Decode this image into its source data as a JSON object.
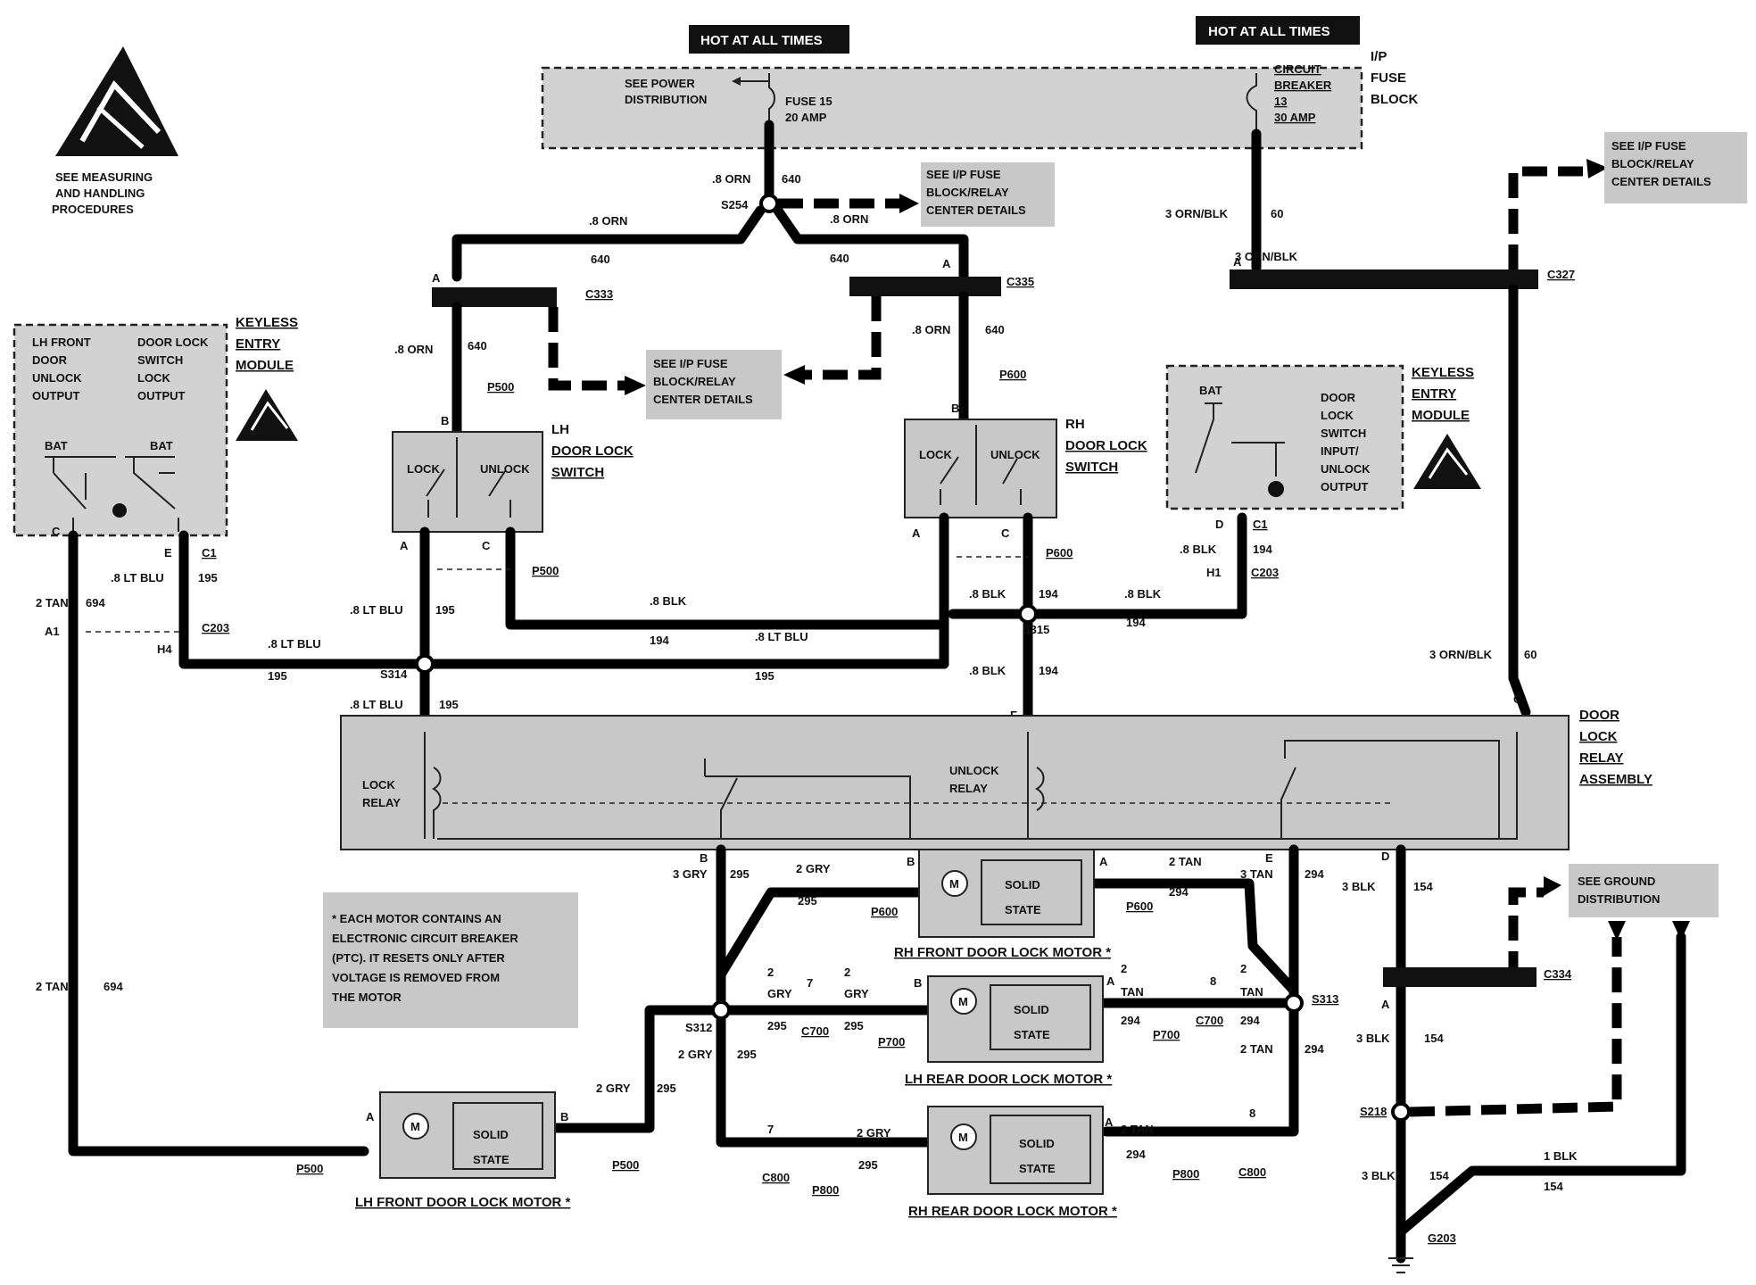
{
  "header": {
    "hot1": "HOT AT ALL TIMES",
    "hot2": "HOT AT ALL TIMES"
  },
  "esd": {
    "line1": "SEE MEASURING",
    "line2": "AND HANDLING",
    "line3": "PROCEDURES"
  },
  "fuse_block": {
    "see_power_1": "SEE POWER",
    "see_power_2": "DISTRIBUTION",
    "fuse_1": "FUSE 15",
    "fuse_2": "20 AMP",
    "cb_1": "CIRCUIT",
    "cb_2": "BREAKER",
    "cb_3": "13",
    "cb_4": "30 AMP",
    "title_1": "I/P",
    "title_2": "FUSE",
    "title_3": "BLOCK"
  },
  "see_details": {
    "a1": "SEE I/P FUSE",
    "a2": "BLOCK/RELAY",
    "a3": "CENTER DETAILS",
    "b1": "SEE I/P FUSE",
    "b2": "BLOCK/RELAY",
    "b3": "CENTER DETAILS",
    "c1": "SEE I/P FUSE",
    "c2": "BLOCK/RELAY",
    "c3": "CENTER DETAILS"
  },
  "wires": {
    "orn08": ".8 ORN",
    "c640": "640",
    "orn3blk": "3 ORN/BLK",
    "c60": "60",
    "ltblu": ".8 LT BLU",
    "c195": "195",
    "blk08": ".8 BLK",
    "c194": "194",
    "tan2": "2 TAN",
    "c694": "694",
    "gry2": "2 GRY",
    "gry3": "3 GRY",
    "c295": "295",
    "tan3": "3 TAN",
    "c294": "294",
    "blk3": "3 BLK",
    "c154": "154",
    "blk1": "1 BLK",
    "two": "2",
    "gry": "GRY",
    "tan": "TAN",
    "seven": "7",
    "eight": "8"
  },
  "connectors": {
    "s254": "S254",
    "c333": "C333",
    "c335": "C335",
    "c327": "C327",
    "p500": "P500",
    "p600": "P600",
    "c203": "C203",
    "c1": "C1",
    "s314": "S314",
    "s315": "S315",
    "s312": "S312",
    "s313": "S313",
    "c700": "C700",
    "p700": "P700",
    "c800": "C800",
    "p800": "P800",
    "c334": "C334",
    "s218": "S218",
    "g203": "G203",
    "h1": "H1",
    "h4": "H4",
    "a1": "A1"
  },
  "pins": {
    "a": "A",
    "b": "B",
    "c": "C",
    "d": "D",
    "e": "E",
    "f": "F"
  },
  "keyless_left": {
    "t1": "LH FRONT",
    "t2": "DOOR",
    "t3": "UNLOCK",
    "t4": "OUTPUT",
    "t5": "DOOR LOCK",
    "t6": "SWITCH",
    "t7": "LOCK",
    "t8": "OUTPUT",
    "bat": "BAT",
    "title_1": "KEYLESS",
    "title_2": "ENTRY",
    "title_3": "MODULE"
  },
  "keyless_right": {
    "bat": "BAT",
    "t1": "DOOR",
    "t2": "LOCK",
    "t3": "SWITCH",
    "t4": "INPUT/",
    "t5": "UNLOCK",
    "t6": "OUTPUT",
    "title_1": "KEYLESS",
    "title_2": "ENTRY",
    "title_3": "MODULE"
  },
  "lh_switch": {
    "lock": "LOCK",
    "unlock": "UNLOCK",
    "title_1": "LH",
    "title_2": "DOOR LOCK",
    "title_3": "SWITCH"
  },
  "rh_switch": {
    "lock": "LOCK",
    "unlock": "UNLOCK",
    "title_1": "RH",
    "title_2": "DOOR LOCK",
    "title_3": "SWITCH"
  },
  "relay": {
    "lock_1": "LOCK",
    "lock_2": "RELAY",
    "unlock_1": "UNLOCK",
    "unlock_2": "RELAY",
    "title_1": "DOOR",
    "title_2": "LOCK",
    "title_3": "RELAY",
    "title_4": "ASSEMBLY"
  },
  "note": {
    "l1": "* EACH MOTOR CONTAINS AN",
    "l2": "ELECTRONIC CIRCUIT BREAKER",
    "l3": "(PTC). IT RESETS ONLY AFTER",
    "l4": "VOLTAGE IS REMOVED FROM",
    "l5": "THE MOTOR"
  },
  "motors": {
    "solid_1": "SOLID",
    "solid_2": "STATE",
    "m": "M",
    "rh_front": "RH FRONT DOOR LOCK MOTOR *",
    "lh_rear": "LH REAR DOOR LOCK MOTOR *",
    "rh_rear": "RH REAR DOOR LOCK MOTOR *",
    "lh_front": "LH FRONT DOOR LOCK MOTOR *"
  },
  "ground": {
    "g1": "SEE GROUND",
    "g2": "DISTRIBUTION"
  }
}
